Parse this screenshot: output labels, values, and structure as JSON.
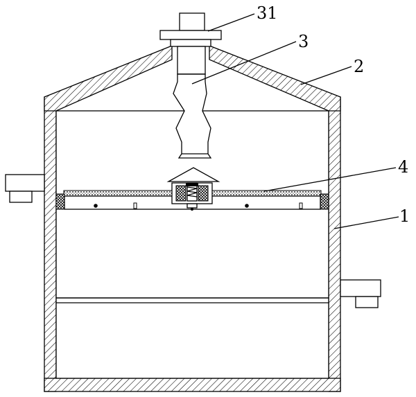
{
  "labels": {
    "part_1": "1",
    "part_2": "2",
    "part_3": "3",
    "part_31": "31",
    "part_4": "4"
  },
  "colors": {
    "line": "#000000",
    "background": "#ffffff"
  }
}
